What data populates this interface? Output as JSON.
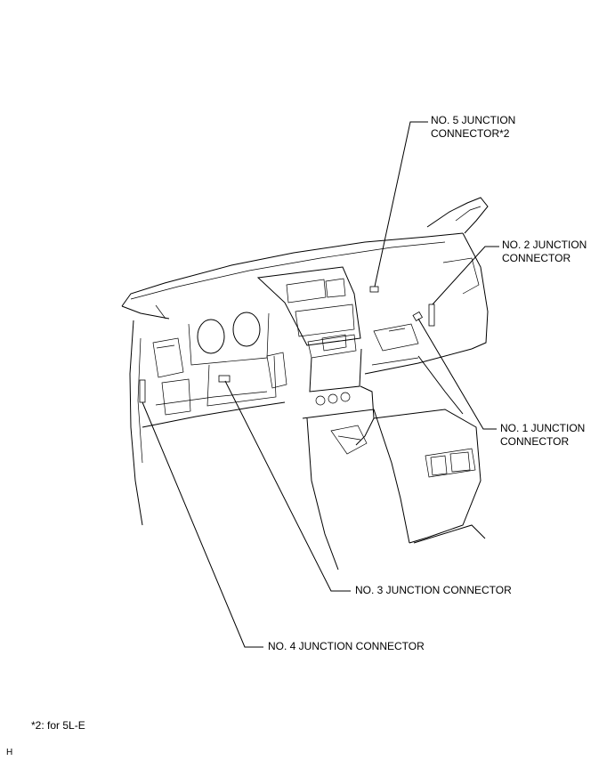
{
  "callouts": {
    "no5": "NO. 5 JUNCTION\nCONNECTOR*2",
    "no2": "NO. 2 JUNCTION\nCONNECTOR",
    "no1": "NO. 1 JUNCTION\nCONNECTOR",
    "no3": "NO. 3 JUNCTION CONNECTOR",
    "no4": "NO. 4 JUNCTION CONNECTOR"
  },
  "footnote": "*2: for 5L-E",
  "corner_mark": "H"
}
